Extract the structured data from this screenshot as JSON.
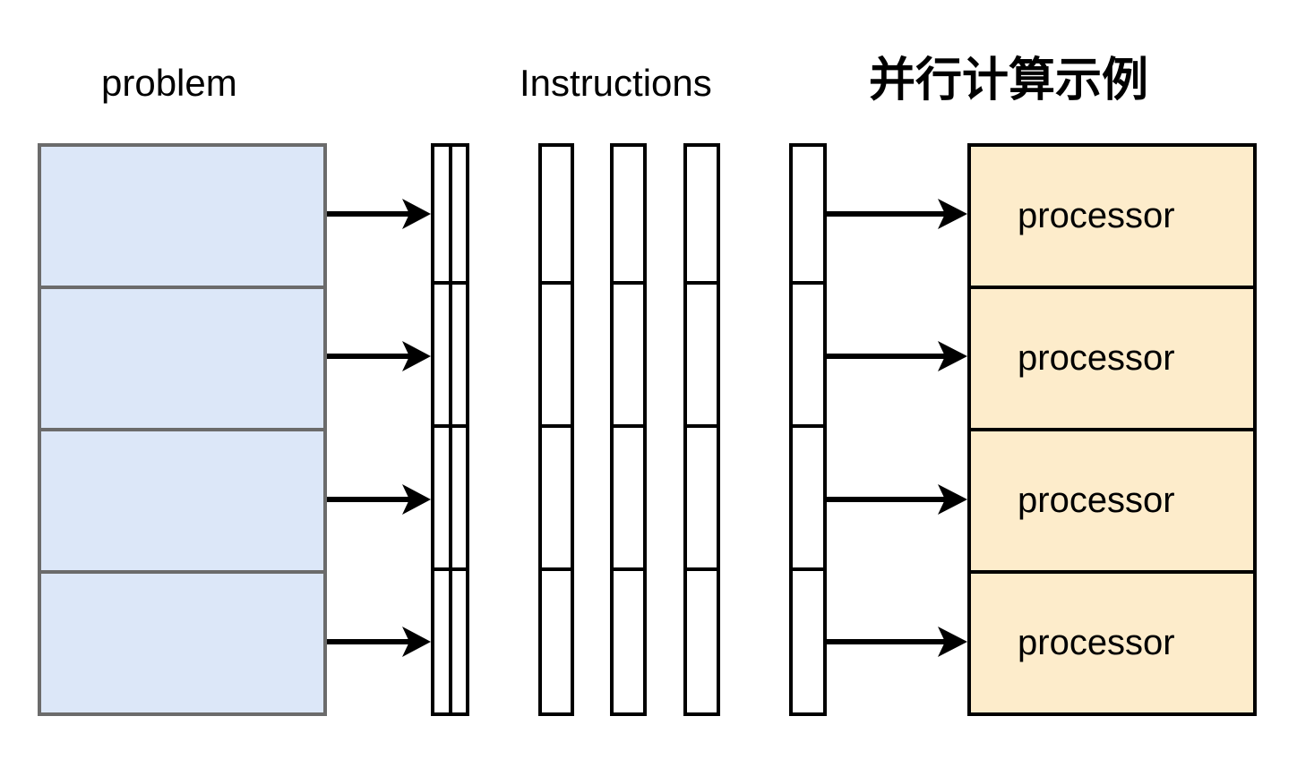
{
  "diagram": {
    "title": "并行计算示例",
    "headings": {
      "problem": "problem",
      "instructions": "Instructions"
    },
    "colors": {
      "problem_fill": "#dce7f8",
      "problem_border": "#6b6b6b",
      "processor_fill": "#fdeccb",
      "processor_border": "#000000",
      "instruction_border": "#000000",
      "arrow": "#000000",
      "background": "#ffffff"
    },
    "problem": {
      "label": "problem",
      "cells": [
        {
          "label": ""
        },
        {
          "label": ""
        },
        {
          "label": ""
        },
        {
          "label": ""
        }
      ]
    },
    "instructions": {
      "label": "Instructions",
      "groups": [
        {
          "name": "instruction-group-a",
          "columns": 2,
          "rows": 4
        },
        {
          "name": "instruction-group-b",
          "columns": 1,
          "rows": 4
        },
        {
          "name": "instruction-group-c",
          "columns": 1,
          "rows": 4
        },
        {
          "name": "instruction-group-d",
          "columns": 1,
          "rows": 4
        },
        {
          "name": "instruction-group-e",
          "columns": 1,
          "rows": 4
        }
      ]
    },
    "processors": {
      "cells": [
        {
          "label": "processor"
        },
        {
          "label": "processor"
        },
        {
          "label": "processor"
        },
        {
          "label": "processor"
        }
      ]
    },
    "arrows": {
      "left_group": [
        {
          "name": "arrow-problem-to-instruction-1"
        },
        {
          "name": "arrow-problem-to-instruction-2"
        },
        {
          "name": "arrow-problem-to-instruction-3"
        },
        {
          "name": "arrow-problem-to-instruction-4"
        }
      ],
      "right_group": [
        {
          "name": "arrow-instruction-to-processor-1"
        },
        {
          "name": "arrow-instruction-to-processor-2"
        },
        {
          "name": "arrow-instruction-to-processor-3"
        },
        {
          "name": "arrow-instruction-to-processor-4"
        }
      ]
    }
  }
}
